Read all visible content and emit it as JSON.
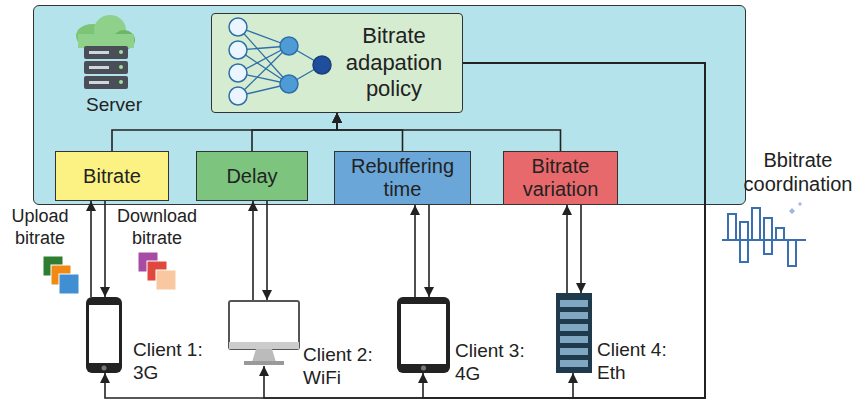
{
  "diagram": {
    "nodes": [
      {
        "text": [
          "Server"
        ]
      },
      {
        "text": [
          "Bitrate adapation policy"
        ],
        "in": 0
      },
      {
        "text": [
          "Bitrate"
        ],
        "in": 0
      },
      {
        "text": [
          "Delay"
        ],
        "in": 0
      },
      {
        "text": [
          "Rebuffering time"
        ],
        "in": 0
      },
      {
        "text": [
          "Bitrate variation"
        ],
        "in": 0
      },
      {
        "text": [
          "Client 1: 3G"
        ]
      },
      {
        "text": [
          "Client 2: WiFi"
        ]
      },
      {
        "text": [
          "Client 3: 4G"
        ]
      },
      {
        "text": [
          "Client 4: Eth"
        ]
      }
    ],
    "edges": [
      {
        "from": 2,
        "to": 1,
        "arrow": "to"
      },
      {
        "from": 3,
        "to": 1,
        "arrow": "to"
      },
      {
        "from": 4,
        "to": 1,
        "arrow": "to"
      },
      {
        "from": 5,
        "to": 1,
        "arrow": "to"
      },
      {
        "from": 6,
        "to": 2,
        "arrow": "to"
      },
      {
        "from": 2,
        "to": 6,
        "arrow": "to"
      },
      {
        "from": 7,
        "to": 3,
        "arrow": "to"
      },
      {
        "from": 3,
        "to": 7,
        "arrow": "to"
      },
      {
        "from": 8,
        "to": 4,
        "arrow": "to"
      },
      {
        "from": 4,
        "to": 8,
        "arrow": "to"
      },
      {
        "from": 9,
        "to": 5,
        "arrow": "to"
      },
      {
        "from": 5,
        "to": 9,
        "arrow": "to"
      },
      {
        "from": 1,
        "to": 6,
        "arrow": "to"
      },
      {
        "from": 1,
        "to": 7,
        "arrow": "to"
      },
      {
        "from": 1,
        "to": 8,
        "arrow": "to"
      },
      {
        "from": 1,
        "to": 9,
        "arrow": "to"
      }
    ],
    "labels": [
      "Upload bitrate",
      "Download bitrate",
      "Bbitrate coordination"
    ]
  }
}
